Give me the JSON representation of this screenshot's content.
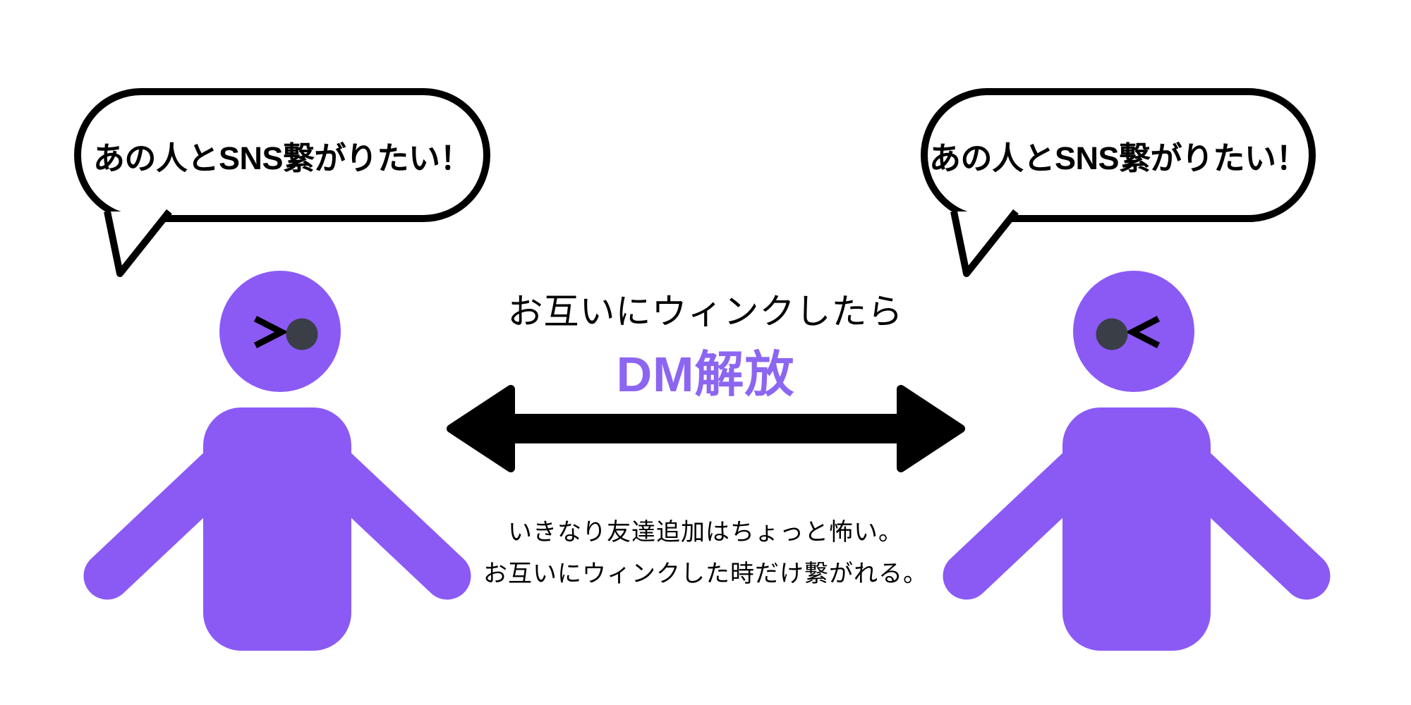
{
  "bubbles": {
    "left": {
      "text": "あの人とSNS繋がりたい！"
    },
    "right": {
      "text": "あの人とSNS繋がりたい！"
    }
  },
  "center": {
    "caption": "お互いにウィンクしたら",
    "headline": "DM解放",
    "notes": {
      "line1": "いきなり友達追加はちょっと怖い。",
      "line2": "お互いにウィンクした時だけ繋がれる。"
    }
  },
  "figures": {
    "left": {
      "icon": "winking-person-icon",
      "wink_eye": "closed-wink-eye-icon",
      "open_eye": "open-eye-icon"
    },
    "right": {
      "icon": "winking-person-icon",
      "wink_eye": "closed-wink-eye-icon",
      "open_eye": "open-eye-icon"
    }
  },
  "arrow": {
    "icon": "double-headed-arrow-icon"
  },
  "colors": {
    "background": "#FFFFFF",
    "ink": "#000000",
    "figure_purple": "#8B5AF5",
    "eye_dark": "#3A3E46",
    "headline_purple": "#8C66F1",
    "bubble_border": "#000000"
  }
}
